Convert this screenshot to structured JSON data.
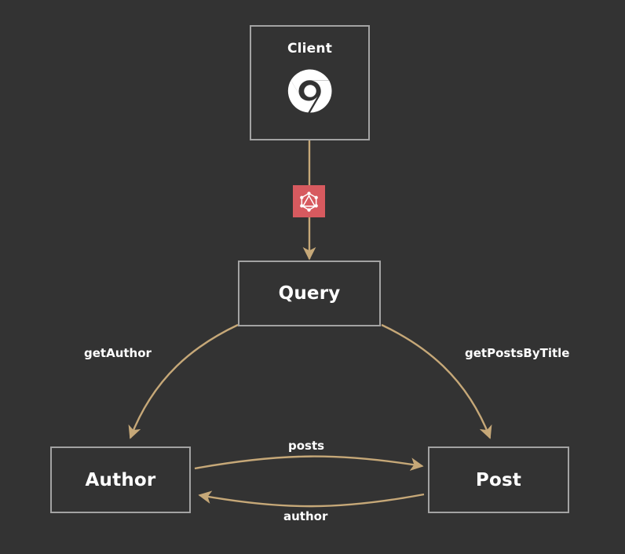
{
  "diagram": {
    "type": "graphql-schema-flow",
    "background_color": "#333333",
    "edge_color": "#c6a878",
    "node_border_color": "#a3a3a3",
    "text_color": "#ffffff",
    "badge_color": "#d75a5f",
    "nodes": [
      {
        "id": "client",
        "label": "Client",
        "icon": "chrome-icon"
      },
      {
        "id": "query",
        "label": "Query"
      },
      {
        "id": "author",
        "label": "Author"
      },
      {
        "id": "post",
        "label": "Post"
      }
    ],
    "badges": [
      {
        "id": "graphql",
        "icon": "graphql-icon",
        "on_edge": "client-to-query"
      }
    ],
    "edges": [
      {
        "id": "client-to-query",
        "from": "Client",
        "to": "Query",
        "label": "",
        "arrow": "to"
      },
      {
        "id": "query-to-author",
        "from": "Query",
        "to": "Author",
        "label": "getAuthor",
        "arrow": "to"
      },
      {
        "id": "query-to-post",
        "from": "Query",
        "to": "Post",
        "label": "getPostsByTitle",
        "arrow": "to"
      },
      {
        "id": "author-to-post",
        "from": "Author",
        "to": "Post",
        "label": "posts",
        "arrow": "to"
      },
      {
        "id": "post-to-author",
        "from": "Post",
        "to": "Author",
        "label": "author",
        "arrow": "to"
      }
    ],
    "labels": {
      "get_author": "getAuthor",
      "get_posts_by_title": "getPostsByTitle",
      "posts": "posts",
      "author": "author"
    }
  }
}
